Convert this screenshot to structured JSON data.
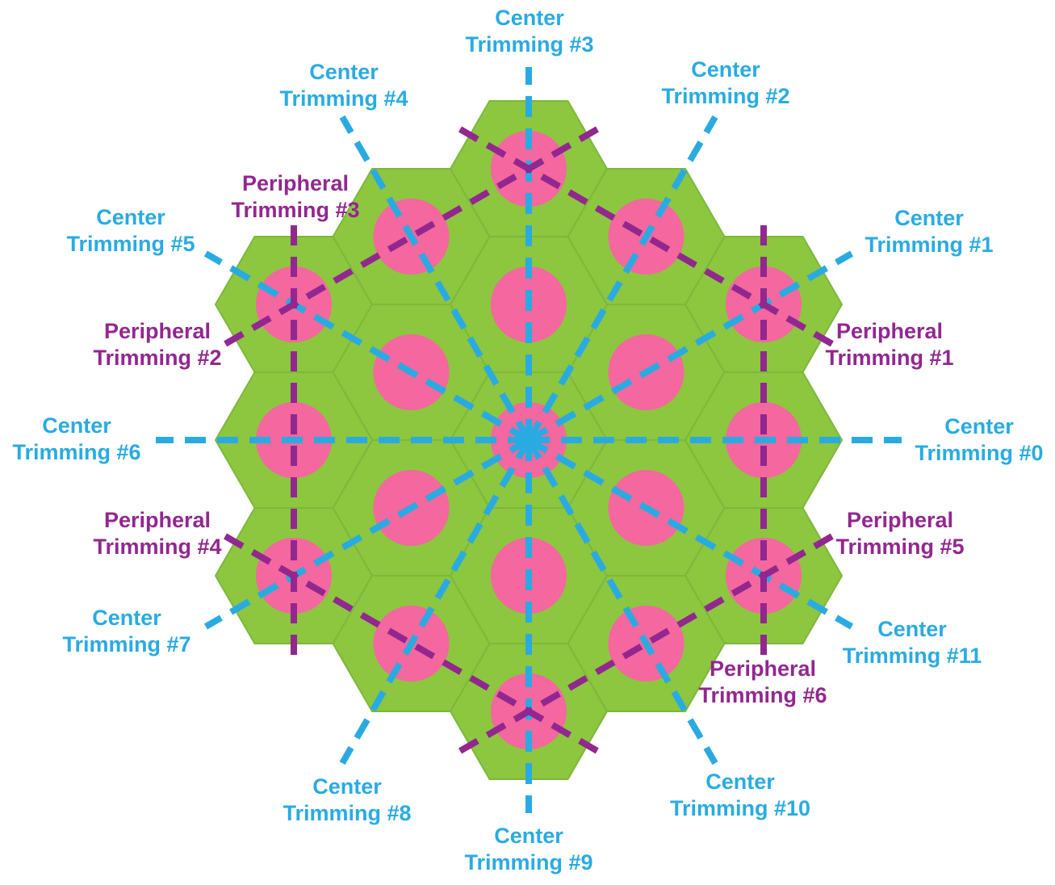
{
  "colors": {
    "background": "#FFFFFF",
    "segment_green": "#8DC63F",
    "segment_border_green": "#7CB83B",
    "pad_pink": "#F4679F",
    "center_trimming_blue": "#29ABE2",
    "peripheral_trimming_purple": "#92278F"
  },
  "labels": {
    "center": [
      {
        "line1": "Center",
        "line2": "Trimming #0"
      },
      {
        "line1": "Center",
        "line2": "Trimming #1"
      },
      {
        "line1": "Center",
        "line2": "Trimming #2"
      },
      {
        "line1": "Center",
        "line2": "Trimming #3"
      },
      {
        "line1": "Center",
        "line2": "Trimming #4"
      },
      {
        "line1": "Center",
        "line2": "Trimming #5"
      },
      {
        "line1": "Center",
        "line2": "Trimming #6"
      },
      {
        "line1": "Center",
        "line2": "Trimming #7"
      },
      {
        "line1": "Center",
        "line2": "Trimming #8"
      },
      {
        "line1": "Center",
        "line2": "Trimming #9"
      },
      {
        "line1": "Center",
        "line2": "Trimming #10"
      },
      {
        "line1": "Center",
        "line2": "Trimming #11"
      }
    ],
    "peripheral": [
      {
        "line1": "Peripheral",
        "line2": "Trimming #1"
      },
      {
        "line1": "Peripheral",
        "line2": "Trimming #2"
      },
      {
        "line1": "Peripheral",
        "line2": "Trimming #3"
      },
      {
        "line1": "Peripheral",
        "line2": "Trimming #4"
      },
      {
        "line1": "Peripheral",
        "line2": "Trimming #5"
      },
      {
        "line1": "Peripheral",
        "line2": "Trimming #6"
      }
    ]
  }
}
